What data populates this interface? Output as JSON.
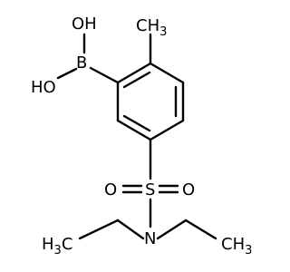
{
  "molecule": {
    "atoms": {
      "oh_top": "OH",
      "oh_left": "HO",
      "boron": "B",
      "methyl": {
        "base": "CH",
        "sub": "3"
      },
      "sulfur": "S",
      "oxygen_left": "O",
      "oxygen_right": "O",
      "nitrogen": "N",
      "ethyl_left": {
        "base": "H",
        "sub": "3",
        "tail": "C"
      },
      "ethyl_right": {
        "base": "CH",
        "sub": "3"
      }
    },
    "colors": {
      "bond": "#000000",
      "text": "#000000",
      "background": "#ffffff"
    }
  }
}
